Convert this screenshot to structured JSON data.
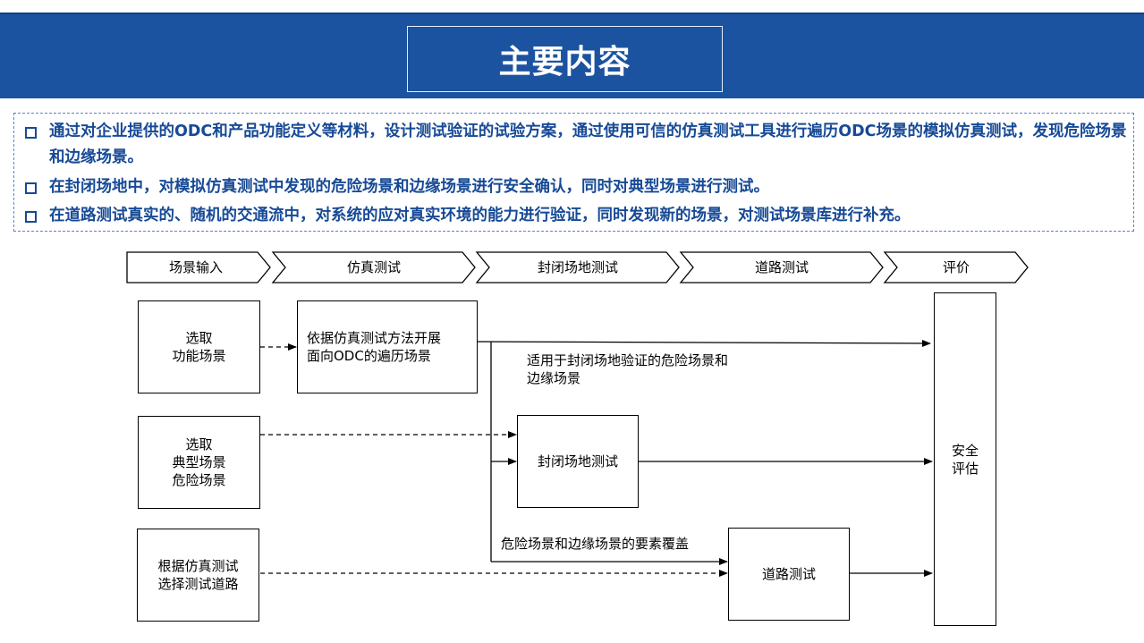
{
  "header": {
    "title": "主要内容"
  },
  "bullets": [
    "通过对企业提供的ODC和产品功能定义等材料，设计测试验证的试验方案，通过使用可信的仿真测试工具进行遍历ODC场景的模拟仿真测试，发现危险场景和边缘场景。",
    "在封闭场地中，对模拟仿真测试中发现的危险场景和边缘场景进行安全确认，同时对典型场景进行测试。",
    "在道路测试真实的、随机的交通流中，对系统的应对真实环境的能力进行验证，同时发现新的场景，对测试场景库进行补充。"
  ],
  "stages": [
    "场景输入",
    "仿真测试",
    "封闭场地测试",
    "道路测试",
    "评价"
  ],
  "nodes": {
    "select_function": "选取\n功能场景",
    "select_typical": "选取\n典型场景\n危险场景",
    "select_road": "根据仿真测试\n选择测试道路",
    "sim_traverse": "依据仿真测试方法开展\n面向ODC的遍历场景",
    "closed_test": "封闭场地测试",
    "road_test": "道路测试",
    "safety_eval": "安全\n评估"
  },
  "edge_labels": {
    "sim_to_closed": "适用于封闭场地验证的危险场景和\n边缘场景",
    "sim_to_road": "危险场景和边缘场景的要素覆盖"
  },
  "colors": {
    "banner": "#1c53a0",
    "bullet_text": "#174a96",
    "bullet_border": "#5b86c4"
  }
}
